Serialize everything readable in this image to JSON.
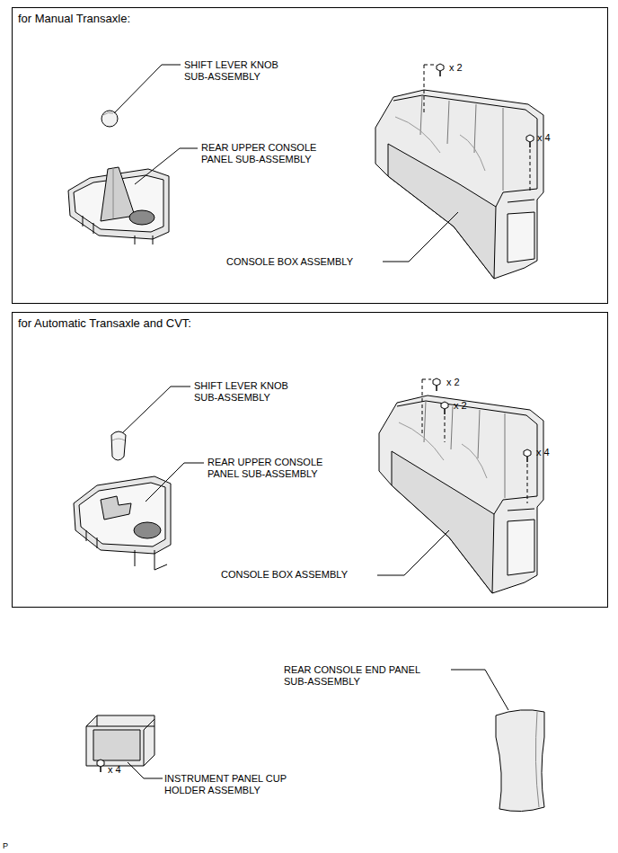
{
  "diagram": {
    "nodes": [
      {
        "text": [
          "for Manual Transaxle:"
        ]
      },
      {
        "text": [
          "for Automatic Transaxle and CVT:"
        ]
      }
    ],
    "labels": [
      "SHIFT LEVER KNOB SUB-ASSEMBLY",
      "x 2",
      "REAR UPPER CONSOLE PANEL SUB-ASSEMBLY",
      "x 4",
      "CONSOLE BOX ASSEMBLY",
      "SHIFT LEVER KNOB SUB-ASSEMBLY",
      "x 2",
      "x 2",
      "REAR UPPER CONSOLE PANEL SUB-ASSEMBLY",
      "x 4",
      "CONSOLE BOX ASSEMBLY",
      "REAR CONSOLE END PANEL SUB-ASSEMBLY",
      "x 4",
      "INSTRUMENT PANEL CUP HOLDER ASSEMBLY",
      "P"
    ]
  }
}
